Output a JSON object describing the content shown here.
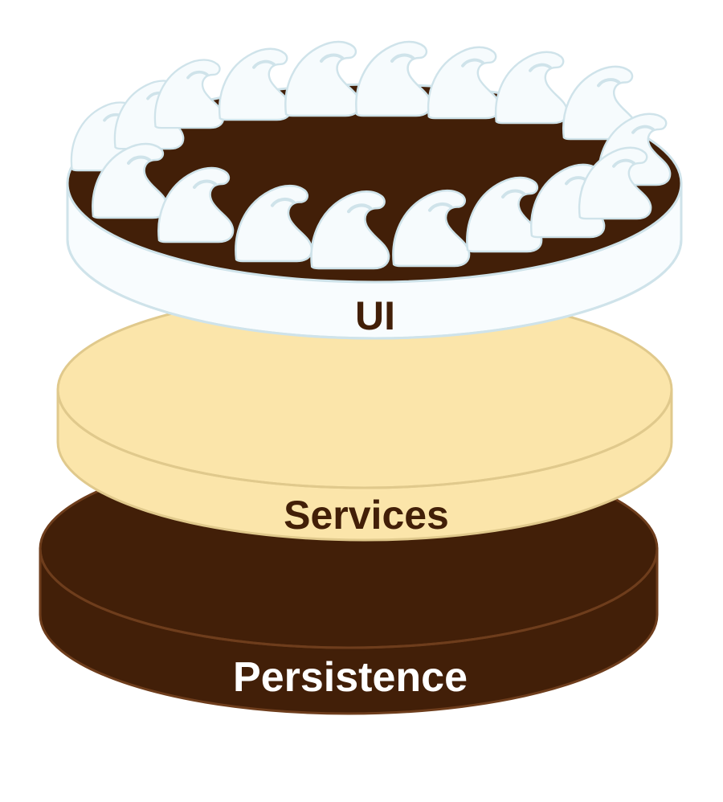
{
  "layers": [
    {
      "id": "persistence",
      "label": "Persistence",
      "fill": "#421f08",
      "edge": "#6e3d1c",
      "text_color": "#ffffff"
    },
    {
      "id": "services",
      "label": "Services",
      "fill": "#fbe5aa",
      "edge": "#e0c98c",
      "text_color": "#421f08"
    },
    {
      "id": "ui",
      "label": "UI",
      "fill": "#f8fcfe",
      "edge": "#cfe3ea",
      "text_color": "#421f08"
    }
  ],
  "meringue": {
    "fill": "#f6fbfd",
    "stroke": "#cfe3ea",
    "top_fill": "#421f08"
  }
}
